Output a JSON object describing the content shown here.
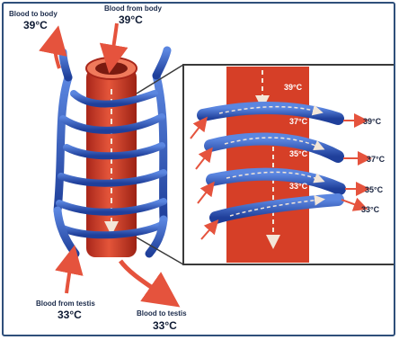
{
  "left_labels": {
    "blood_to_body": {
      "label": "Blood to body",
      "temp": "39°C"
    },
    "blood_from_body": {
      "label": "Blood from body",
      "temp": "39°C"
    },
    "blood_from_testis": {
      "label": "Blood from testis",
      "temp": "33°C"
    },
    "blood_to_testis": {
      "label": "Blood to testis",
      "temp": "33°C"
    }
  },
  "inset": {
    "artery_temps": [
      "39°C",
      "37°C",
      "35°C",
      "33°C"
    ],
    "vein_temps": [
      "39°C",
      "37°C",
      "35°C",
      "33°C"
    ]
  },
  "colors": {
    "artery": "#d9412a",
    "vein": "#2f5fc8",
    "arrow": "#e5533d"
  }
}
